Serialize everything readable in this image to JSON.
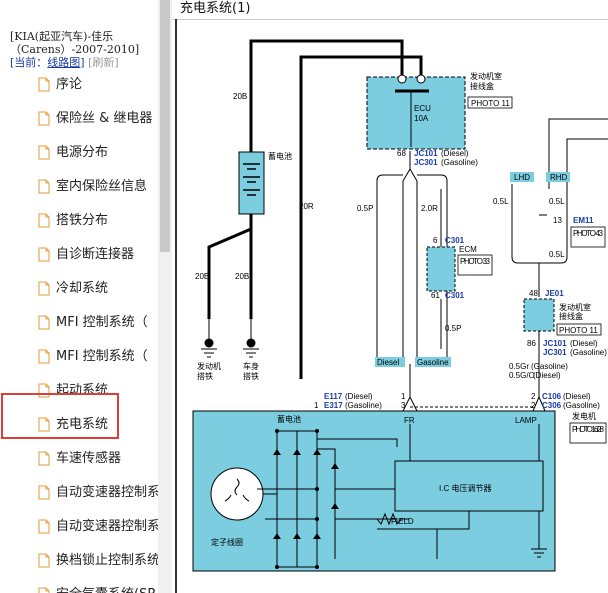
{
  "sidebar": {
    "header_line1": "[KIA(起亚汽车)-佳乐",
    "header_line2": "（Carens）-2007-2010]",
    "current_prefix": "[当前：",
    "current_link": "线路图",
    "current_suffix": "]",
    "refresh": "[刷新]",
    "items": [
      {
        "label": "序论"
      },
      {
        "label": "保险丝 & 继电器"
      },
      {
        "label": "电源分布"
      },
      {
        "label": "室内保险丝信息"
      },
      {
        "label": "搭铁分布"
      },
      {
        "label": "自诊断连接器"
      },
      {
        "label": "冷却系统"
      },
      {
        "label": "MFI 控制系统（"
      },
      {
        "label": "MFI 控制系统（"
      },
      {
        "label": "起动系统"
      },
      {
        "label": "充电系统"
      },
      {
        "label": "车速传感器"
      },
      {
        "label": "自动变速器控制系"
      },
      {
        "label": "自动变速器控制系"
      },
      {
        "label": "换档锁止控制系统"
      },
      {
        "label": "安全气囊系统(SR"
      }
    ],
    "selected_index": 10
  },
  "main": {
    "title": "充电系统(1)"
  },
  "diagram": {
    "engine_box": "发动机室",
    "junction_box": "接线盒",
    "photo11": "PHOTO 11",
    "ecu_label": "ECU",
    "ecu_rating": "10A",
    "w20b": "20B",
    "w20r": "20R",
    "battery": "蓄电池",
    "pin68": "68",
    "jc101": "JC101",
    "jc101_note": "(Diesel)",
    "jc301": "JC301",
    "jc301_note": "(Gasoline)",
    "w05p": "0.5P",
    "w20r2": "2.0R",
    "pin6": "6",
    "c301": "C301",
    "ecm": "ECM",
    "photo33": "PHOTO 33",
    "pin61": "61",
    "diesel": "Diesel",
    "gasoline": "Gasoline",
    "engine_ground": "发动机",
    "ground": "搭铁",
    "body_ground": "车身",
    "e117": "E117",
    "e117_note": "(Diesel)",
    "e317": "E317",
    "e317_note": "(Gasoline)",
    "pin1": "1",
    "pin3": "3",
    "pin2": "2",
    "c106": "C106",
    "c106_note": "(Diesel)",
    "c306": "C306",
    "c306_note": "(Gasoline)",
    "w05gr": "0.5Gr",
    "w05gr_note": "(Gasoline)",
    "w05go": "0.5G/O",
    "w05go_note": "(Diesel)",
    "lhd": "LHD",
    "rhd": "RHD",
    "w05l": "0.5L",
    "pin13": "13",
    "em11": "EM11",
    "photo43": "PHOTO 43",
    "pin48": "48",
    "je01": "JE01",
    "pin86": "86",
    "alternator": "发电机",
    "photo1628": "PHOTO 16/28",
    "fr": "FR",
    "lamp": "LAMP",
    "alt_battery": "蓄电池",
    "stator": "定子线圈",
    "ic_regulator": "I.C 电压调节器",
    "field": "FIELD",
    "colors": {
      "component_fill": "#7dcde0",
      "label_blue": "#1a3aa8",
      "highlight": "#d9403a"
    }
  }
}
